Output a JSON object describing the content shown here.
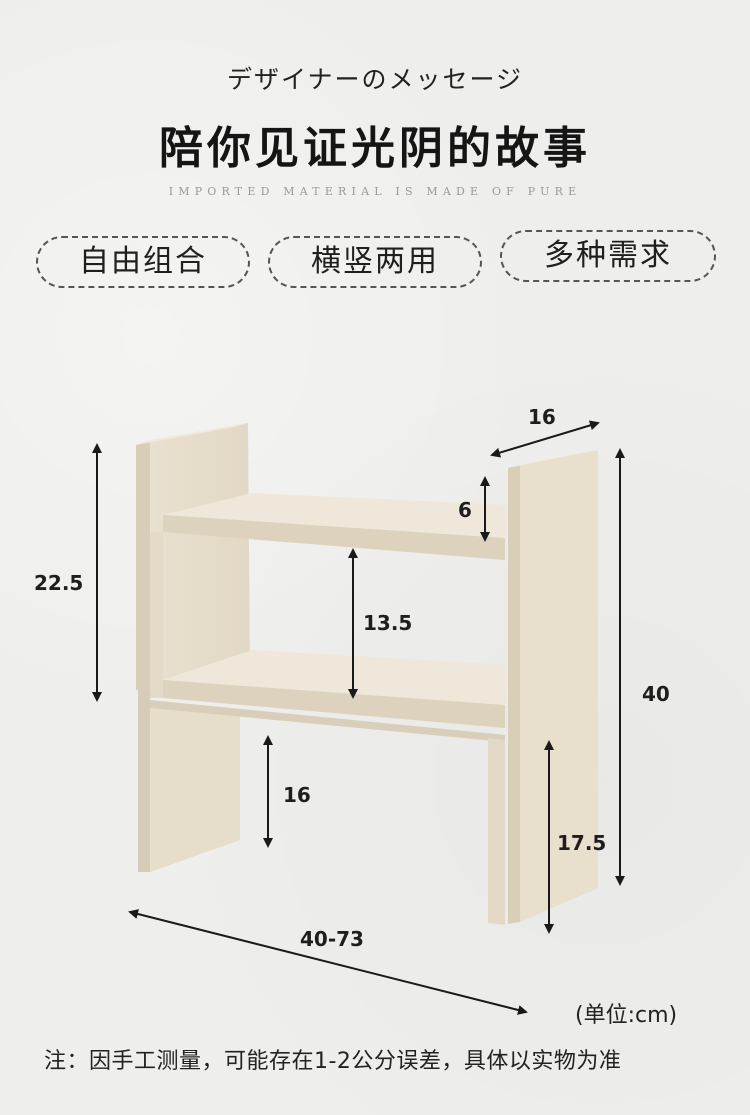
{
  "header": {
    "jp_title": "デザイナーのメッセージ",
    "cn_title": "陪你见证光阴的故事",
    "en_subtitle": "IMPORTED MATERIAL IS MADE OF PURE"
  },
  "features": [
    "自由组合",
    "横竖两用",
    "多种需求"
  ],
  "dimensions": {
    "depth": "16",
    "shelf_gap_top": "6",
    "upper_height": "22.5",
    "middle_gap": "13.5",
    "total_height": "40",
    "lower_gap": "16",
    "lower_height": "17.5",
    "width_range": "40-73"
  },
  "unit_label": "(单位:cm)",
  "note": "注：因手工测量，可能存在1-2公分误差，具体以实物为准",
  "colors": {
    "background": "#eeeeec",
    "wood_light": "#ece4d4",
    "wood_mid": "#e0d6c3",
    "wood_dark": "#cfc3ad",
    "arrow": "#1a1a1a"
  }
}
